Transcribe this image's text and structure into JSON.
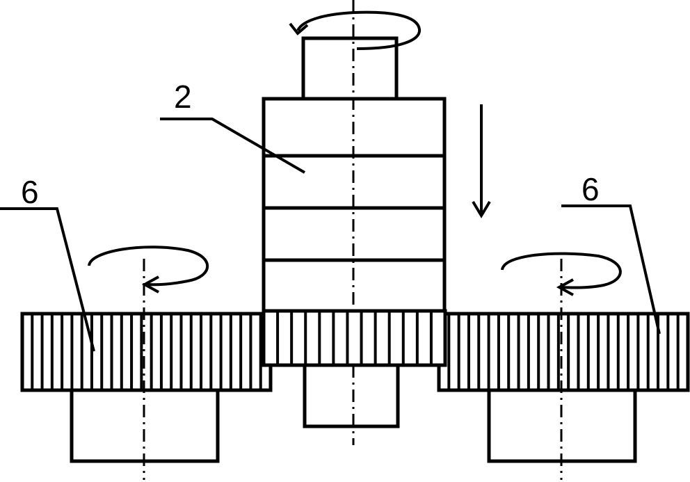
{
  "diagram": {
    "labels": {
      "cutter": "2",
      "gear_left": "6",
      "gear_right": "6"
    },
    "ink_color": "#000000",
    "background_color": "#ffffff",
    "components": [
      {
        "name": "center-cutter-assembly",
        "parts": [
          "top-shaft",
          "cutter-body",
          "center-gear",
          "bottom-shaft"
        ]
      },
      {
        "name": "left-gear",
        "parts": [
          "gear-rim",
          "hub"
        ]
      },
      {
        "name": "right-gear",
        "parts": [
          "gear-rim",
          "hub"
        ]
      }
    ],
    "motion": {
      "center_rotation": "counter-clockwise",
      "feed_direction": "down",
      "left_gear_rotation": "clockwise",
      "right_gear_rotation": "clockwise"
    }
  }
}
